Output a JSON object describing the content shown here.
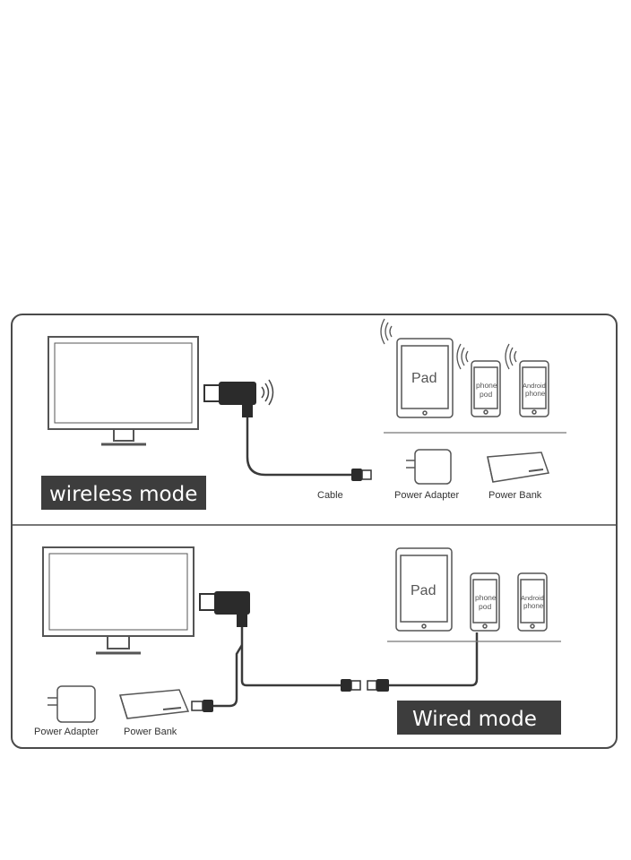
{
  "wireless": {
    "mode_label": "wireless mode",
    "cable_label": "Cable",
    "adapter_label": "Power Adapter",
    "bank_label": "Power Bank",
    "pad_label": "Pad",
    "phone1_line1": "phone",
    "phone1_line2": "pod",
    "phone2_line1": "Android",
    "phone2_line2": "phone"
  },
  "wired": {
    "mode_label": "Wired mode",
    "adapter_label": "Power Adapter",
    "bank_label": "Power Bank",
    "pad_label": "Pad",
    "phone1_line1": "phone",
    "phone1_line2": "pod",
    "phone2_line1": "Android",
    "phone2_line2": "phone"
  },
  "colors": {
    "outline": "#555555",
    "label_bg": "#3d3d3d",
    "cable": "#3a3a3a",
    "dongle": "#2b2b2b"
  }
}
